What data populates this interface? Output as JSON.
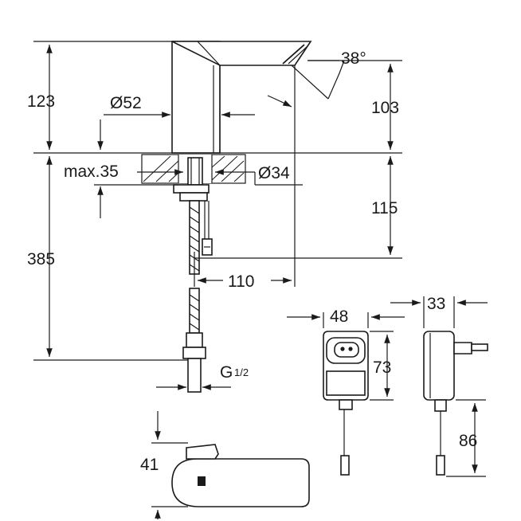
{
  "dimensions": {
    "height_total": "123",
    "spout_diameter": "Ø52",
    "angle": "38°",
    "outlet_height": "103",
    "max_thickness": "max.35",
    "hole_diameter": "Ø34",
    "below_counter": "115",
    "hose_length": "385",
    "reach": "110",
    "thread": "G",
    "thread_fraction": "1/2",
    "adapter_width": "48",
    "adapter_depth": "33",
    "adapter_height": "73",
    "adapter_cable": "86",
    "sensor_height": "41"
  }
}
